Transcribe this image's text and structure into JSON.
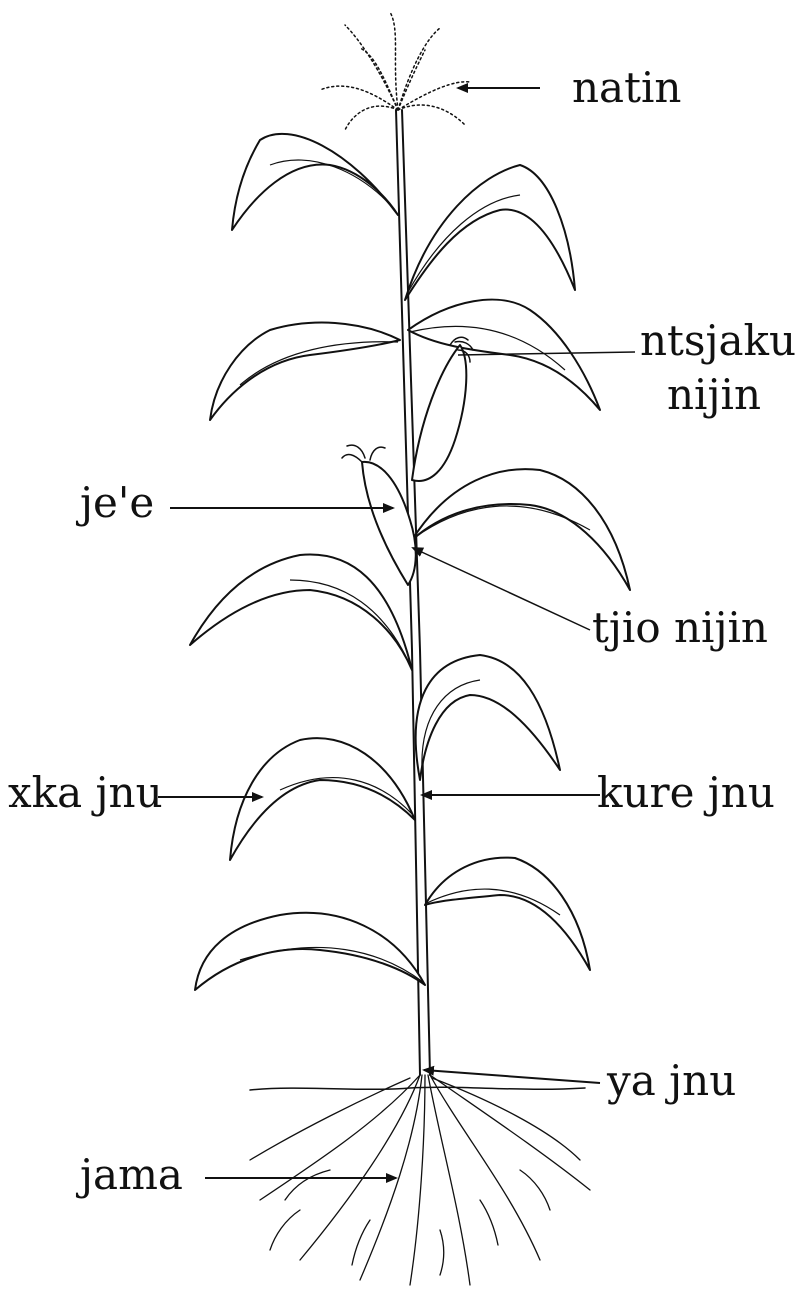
{
  "labels": {
    "natin": "natin",
    "ntsjaku_line1": "ntsjaku",
    "ntsjaku_line2": "nijin",
    "jee": "je'e",
    "tjio_nijin": "tjio nijin",
    "xka_jnu": "xka jnu",
    "kure_jnu": "kure jnu",
    "ya_jnu": "ya jnu",
    "jama": "jama"
  },
  "colors": {
    "ink": "#111111",
    "background": "#ffffff"
  }
}
